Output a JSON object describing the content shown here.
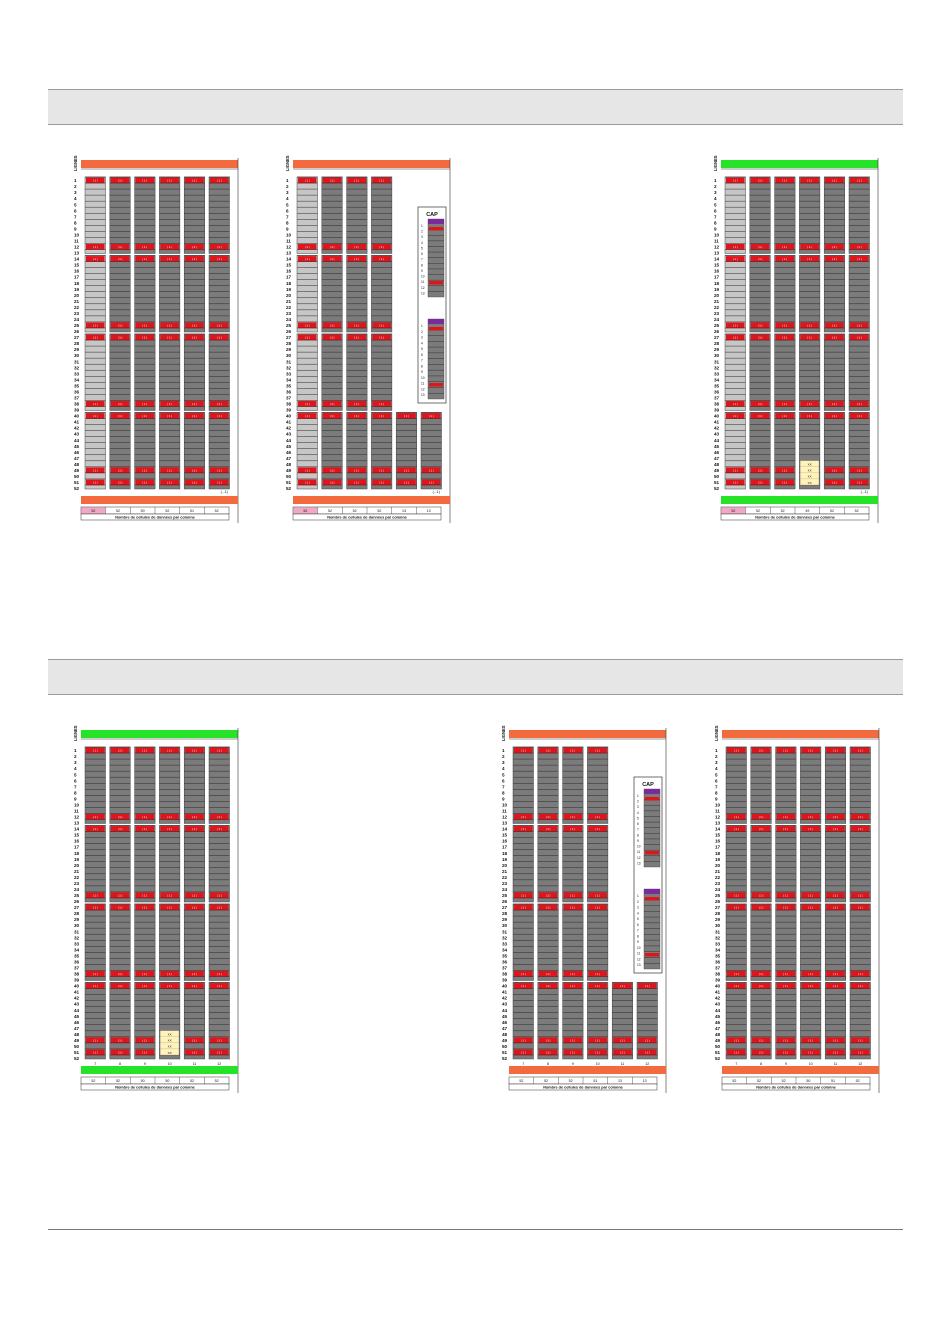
{
  "colors": {
    "orange": "#f26a3e",
    "green": "#27e327",
    "cell_gray": "#7b7b7b",
    "cell_light": "#c6c6c6",
    "cell_red": "#e0141b",
    "cap_purple": "#7a2a9a",
    "xx_yellow": "#fff3b8",
    "pink": "#f4a6c8",
    "band_gray": "#e6e6e6"
  },
  "row_numbers": [
    "1",
    "2",
    "3",
    "4",
    "5",
    "6",
    "7",
    "8",
    "9",
    "10",
    "11",
    "12",
    "13",
    "14",
    "15",
    "16",
    "17",
    "18",
    "19",
    "20",
    "21",
    "22",
    "23",
    "24",
    "25",
    "26",
    "27",
    "28",
    "29",
    "30",
    "31",
    "32",
    "33",
    "34",
    "35",
    "36",
    "37",
    "38",
    "39",
    "40",
    "41",
    "42",
    "43",
    "44",
    "45",
    "46",
    "47",
    "48",
    "49",
    "50",
    "51",
    "52"
  ],
  "axis_label": "LIGNES",
  "cell_mark": "| 1 |",
  "footer_label": "Nombre de cellules de données par colonne",
  "corner_note": "(...1)",
  "cap_label": "CAP",
  "xx_mark": "XX",
  "panels": [
    {
      "id": "p1",
      "bar": "orange",
      "bottom_bar": "orange",
      "columns": 6,
      "light_first": true,
      "footer": [
        "52",
        "52",
        "50",
        "52",
        "51",
        "52"
      ],
      "pink_first": true,
      "corner_note": true,
      "bottom_numbers": []
    },
    {
      "id": "p2",
      "bar": "orange",
      "bottom_bar": "orange",
      "columns": 6,
      "light_first": true,
      "cap": true,
      "upper_columns": 4,
      "footer": [
        "52",
        "52",
        "52",
        "52",
        "13",
        "13"
      ],
      "pink_first": true,
      "corner_note": true,
      "bottom_numbers": []
    },
    {
      "id": "p3",
      "bar": "green",
      "bottom_bar": "green",
      "columns": 6,
      "light_first": true,
      "xx_col": 3,
      "footer": [
        "52",
        "52",
        "52",
        "49",
        "52",
        "52"
      ],
      "pink_first": true,
      "corner_note": true,
      "bottom_numbers": []
    },
    {
      "id": "p4",
      "bar": "green",
      "bottom_bar": "green",
      "columns": 6,
      "light_first": false,
      "xx_col": 3,
      "footer": [
        "52",
        "52",
        "50",
        "50",
        "52",
        "52"
      ],
      "pink_first": false,
      "corner_note": false,
      "bottom_numbers": [
        "7",
        "8",
        "9",
        "10",
        "11",
        "12"
      ]
    },
    {
      "id": "p5",
      "bar": "orange",
      "bottom_bar": "orange",
      "columns": 6,
      "light_first": false,
      "cap": true,
      "upper_columns": 4,
      "footer": [
        "52",
        "52",
        "52",
        "51",
        "13",
        "13"
      ],
      "pink_first": false,
      "corner_note": false,
      "bottom_numbers": [
        "7",
        "8",
        "9",
        "10",
        "11",
        "12"
      ]
    },
    {
      "id": "p6",
      "bar": "orange",
      "bottom_bar": "orange",
      "columns": 6,
      "light_first": false,
      "footer": [
        "52",
        "52",
        "52",
        "50",
        "51",
        "52"
      ],
      "pink_first": false,
      "corner_note": false,
      "bottom_numbers": [
        "7",
        "8",
        "9",
        "10",
        "11",
        "12"
      ]
    }
  ]
}
